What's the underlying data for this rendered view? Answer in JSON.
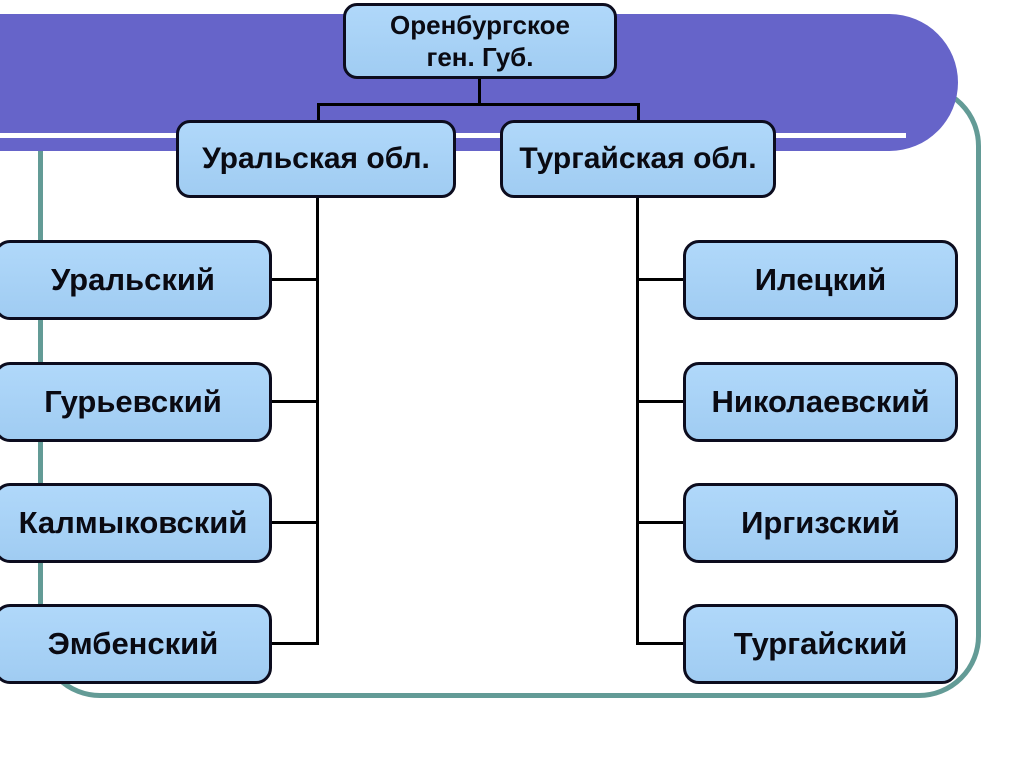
{
  "slide": {
    "diagram": {
      "root_label": "Оренбургское\nген. Губ.",
      "regions": [
        {
          "label": "Уральская обл.",
          "districts": [
            "Уральский",
            "Гурьевский",
            "Калмыковский",
            "Эмбенский"
          ]
        },
        {
          "label": "Тургайская обл.",
          "districts": [
            "Илецкий",
            "Николаевский",
            "Иргизский",
            "Тургайский"
          ]
        }
      ]
    },
    "colors": {
      "banner_purple": "#6664c9",
      "banner_accent_line": "#ffffff",
      "frame_teal": "#639b96",
      "node_fill": "#a9d3f7",
      "node_border": "#0c0c1e",
      "node_text": "#0a0a12",
      "connector": "#000000"
    }
  }
}
